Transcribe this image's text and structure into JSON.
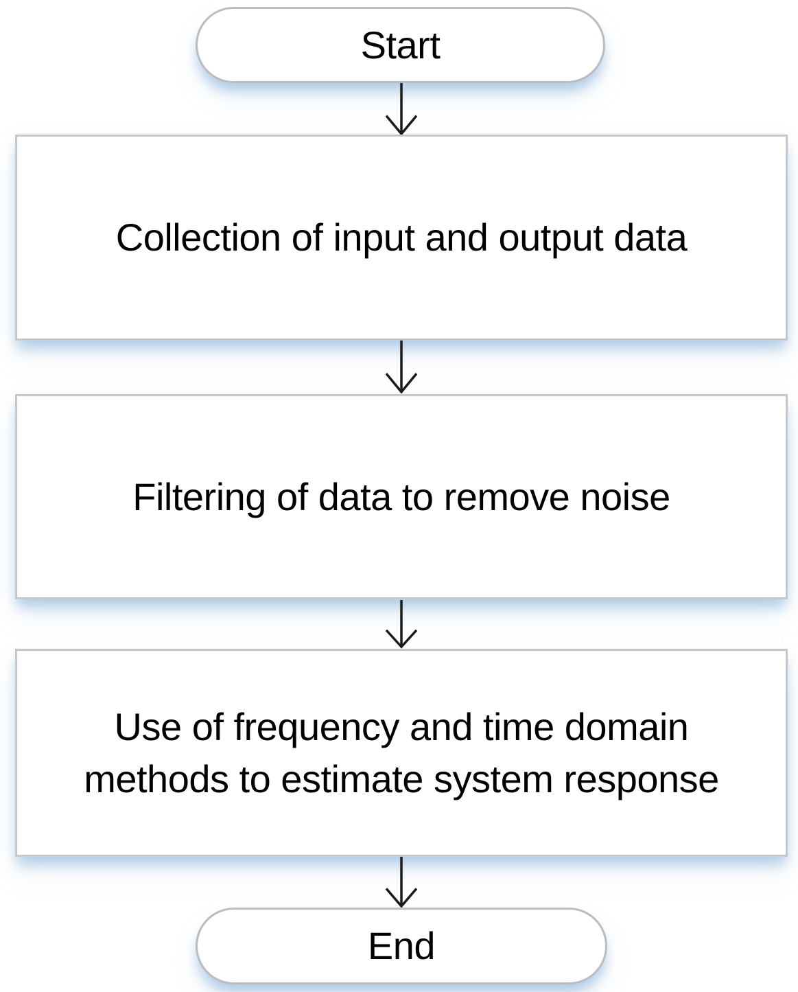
{
  "diagram": {
    "type": "flowchart",
    "direction": "top-down",
    "nodes": [
      {
        "id": "start",
        "type": "terminator",
        "label": "Start"
      },
      {
        "id": "step-1",
        "type": "process",
        "label": "Collection of input and output data"
      },
      {
        "id": "step-2",
        "type": "process",
        "label": "Filtering of data to remove noise"
      },
      {
        "id": "step-3",
        "type": "process",
        "label": "Use of frequency and time domain methods to estimate system response",
        "label_lines": [
          "Use of frequency and time domain",
          "methods to estimate system response"
        ]
      },
      {
        "id": "end",
        "type": "terminator",
        "label": "End"
      }
    ],
    "connectors": [
      {
        "from": "start",
        "to": "step-1",
        "style": "open-v-arrow"
      },
      {
        "from": "step-1",
        "to": "step-2",
        "style": "open-v-arrow"
      },
      {
        "from": "step-2",
        "to": "step-3",
        "style": "open-v-arrow"
      },
      {
        "from": "step-3",
        "to": "end",
        "style": "open-v-arrow"
      }
    ],
    "colors": {
      "background": "#ffffff",
      "node_fill": "#ffffff",
      "node_border": "#c6c7c8",
      "terminator_border": "#babdbf",
      "connector": "#1a1a1a",
      "text": "#000000",
      "shadow": "#cfdfef"
    }
  }
}
